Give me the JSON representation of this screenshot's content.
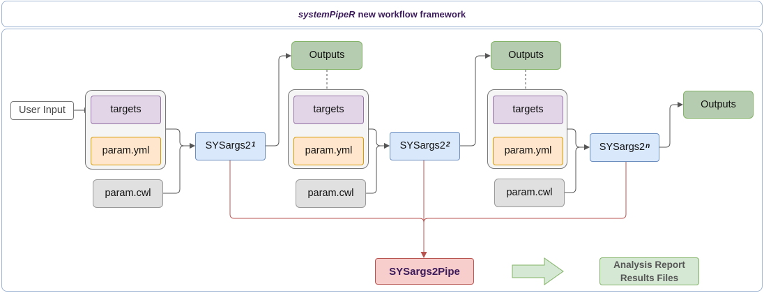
{
  "header": {
    "title_italic": "systemPipeR",
    "title_rest": "new workflow framework"
  },
  "user_input": "User Input",
  "steps": [
    {
      "targets": "targets",
      "param_yml": "param.yml",
      "param_cwl": "param.cwl",
      "sysargs": "SYSargs2",
      "sup": "1",
      "outputs": "Outputs"
    },
    {
      "targets": "targets",
      "param_yml": "param.yml",
      "param_cwl": "param.cwl",
      "sysargs": "SYSargs2",
      "sup": "2",
      "outputs": "Outputs"
    },
    {
      "targets": "targets",
      "param_yml": "param.yml",
      "param_cwl": "param.cwl",
      "sysargs": "SYSargs2",
      "sup": "n",
      "outputs": "Outputs"
    }
  ],
  "pipe": "SYSargs2Pipe",
  "report": {
    "line1": "Analysis Report",
    "line2": "Results Files"
  },
  "colors": {
    "targets_fill": "#e1d5e7",
    "param_fill": "#ffe6cc",
    "sysargs_fill": "#dae8fc",
    "outputs_fill": "#b6ccb0",
    "pipe_fill": "#f8cecc",
    "report_fill": "#d5e8d4",
    "arrow_fill": "#d5e8d4",
    "red_line": "#b85450"
  }
}
